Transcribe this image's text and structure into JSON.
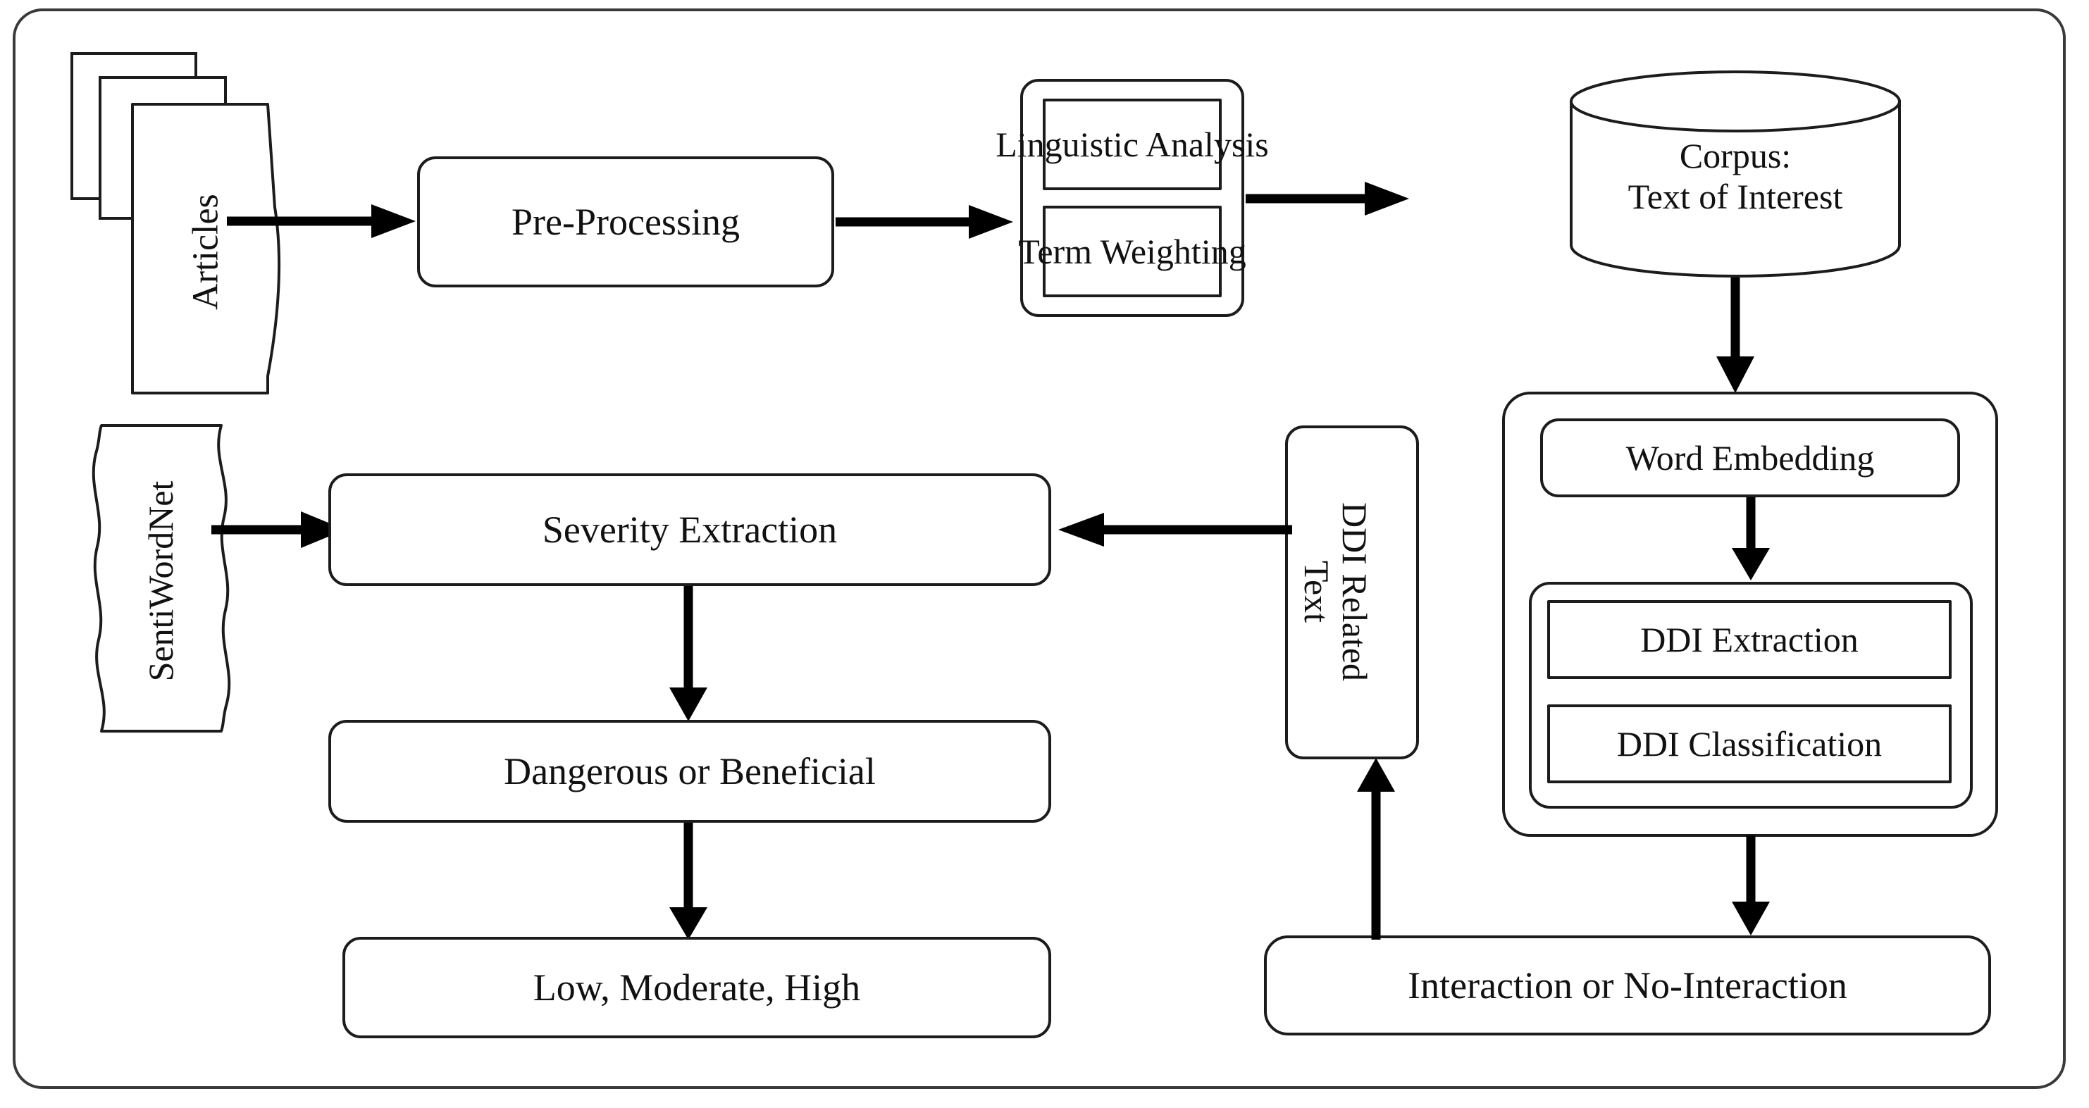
{
  "diagram": {
    "title": "DDI extraction and severity analysis pipeline",
    "stroke_color": "#1c1c1c",
    "frame_color": "#3a3a3a",
    "background": "#ffffff"
  },
  "nodes": {
    "articles": {
      "label": "Articles",
      "shape": "document-stack",
      "orientation": "vertical"
    },
    "preprocessing": {
      "label": "Pre-Processing",
      "shape": "rounded-rect"
    },
    "analysis_group": {
      "shape": "rounded-rect-container",
      "children": [
        {
          "label": "Linguistic Analysis",
          "shape": "rect"
        },
        {
          "label": "Term Weighting",
          "shape": "rect"
        }
      ]
    },
    "corpus": {
      "line1": "Corpus:",
      "line2": "Text of Interest",
      "shape": "cylinder"
    },
    "ddi_group": {
      "shape": "rounded-rect-container",
      "word_embedding": {
        "label": "Word Embedding",
        "shape": "rounded-rect"
      },
      "inner_group": {
        "shape": "rounded-rect-container",
        "children": [
          {
            "label": "DDI Extraction",
            "shape": "rect"
          },
          {
            "label": "DDI Classification",
            "shape": "rect"
          }
        ]
      }
    },
    "interaction": {
      "label": "Interaction or No-Interaction",
      "shape": "rounded-rect"
    },
    "ddi_related_text": {
      "line1": "DDI Related",
      "line2": "Text",
      "shape": "rounded-rect",
      "orientation": "vertical"
    },
    "sentiwordnet": {
      "label": "SentiWordNet",
      "shape": "wavy-document",
      "orientation": "vertical"
    },
    "severity": {
      "label": "Severity Extraction",
      "shape": "rounded-rect"
    },
    "dangerous": {
      "label": "Dangerous or Beneficial",
      "shape": "rounded-rect"
    },
    "levels": {
      "label": "Low, Moderate, High",
      "shape": "rounded-rect"
    }
  },
  "edges": [
    {
      "from": "articles",
      "to": "preprocessing",
      "direction": "right"
    },
    {
      "from": "preprocessing",
      "to": "analysis_group",
      "direction": "right"
    },
    {
      "from": "analysis_group",
      "to": "corpus",
      "direction": "right"
    },
    {
      "from": "corpus",
      "to": "ddi_group",
      "direction": "down"
    },
    {
      "from": "word_embedding",
      "to": "inner_group",
      "direction": "down"
    },
    {
      "from": "ddi_group",
      "to": "interaction",
      "direction": "down"
    },
    {
      "from": "interaction",
      "to": "ddi_related_text",
      "direction": "up"
    },
    {
      "from": "ddi_related_text",
      "to": "severity",
      "direction": "left"
    },
    {
      "from": "sentiwordnet",
      "to": "severity",
      "direction": "right"
    },
    {
      "from": "severity",
      "to": "dangerous",
      "direction": "down"
    },
    {
      "from": "dangerous",
      "to": "levels",
      "direction": "down"
    }
  ]
}
